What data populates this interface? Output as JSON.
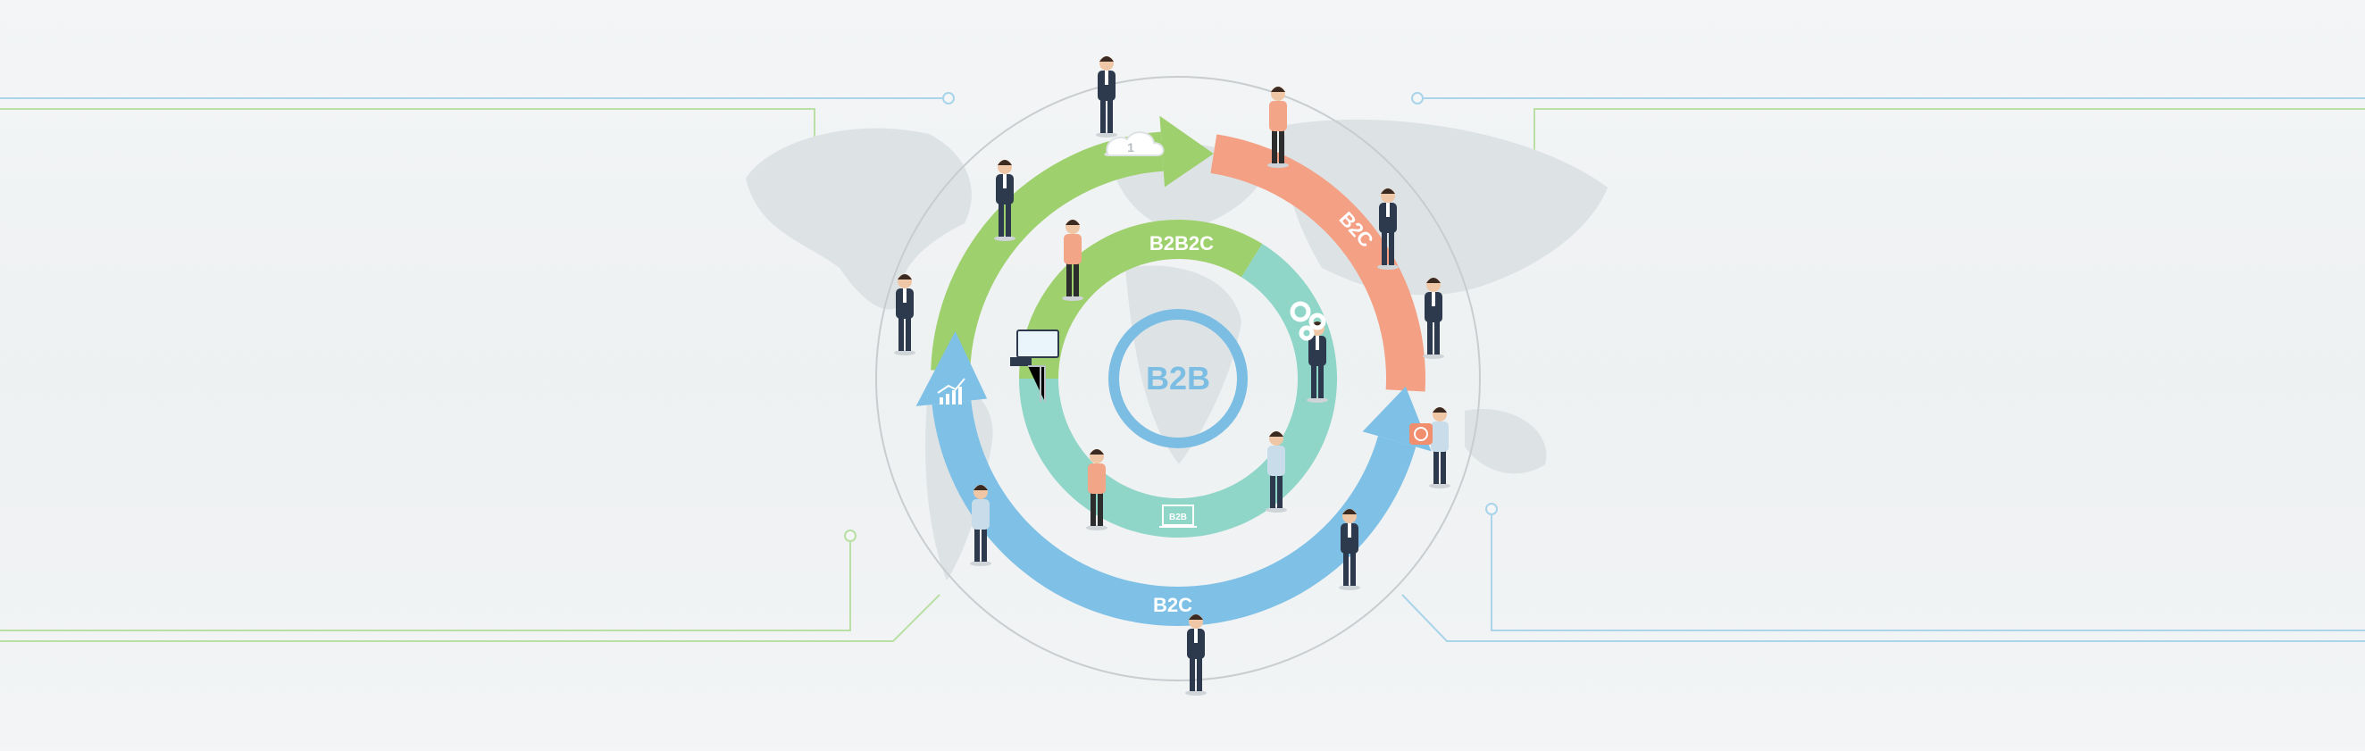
{
  "diagram": {
    "center_label": "B2B",
    "inner_ring_label": "B2B2C",
    "outer_arc_orange_label": "B2C",
    "outer_arc_blue_label": "B2C",
    "laptop_screen_label": "B2B",
    "cloud_label": "1"
  },
  "colors": {
    "green": "#9fd06e",
    "orange": "#f4a084",
    "blue": "#7fc0e6",
    "teal": "#8fd6c8",
    "center_ring": "#7cbde3",
    "circuit_blue": "#a9d4ea",
    "circuit_green": "#b9dfa4",
    "map": "#dde2e5",
    "suit": "#2d3a4d"
  }
}
